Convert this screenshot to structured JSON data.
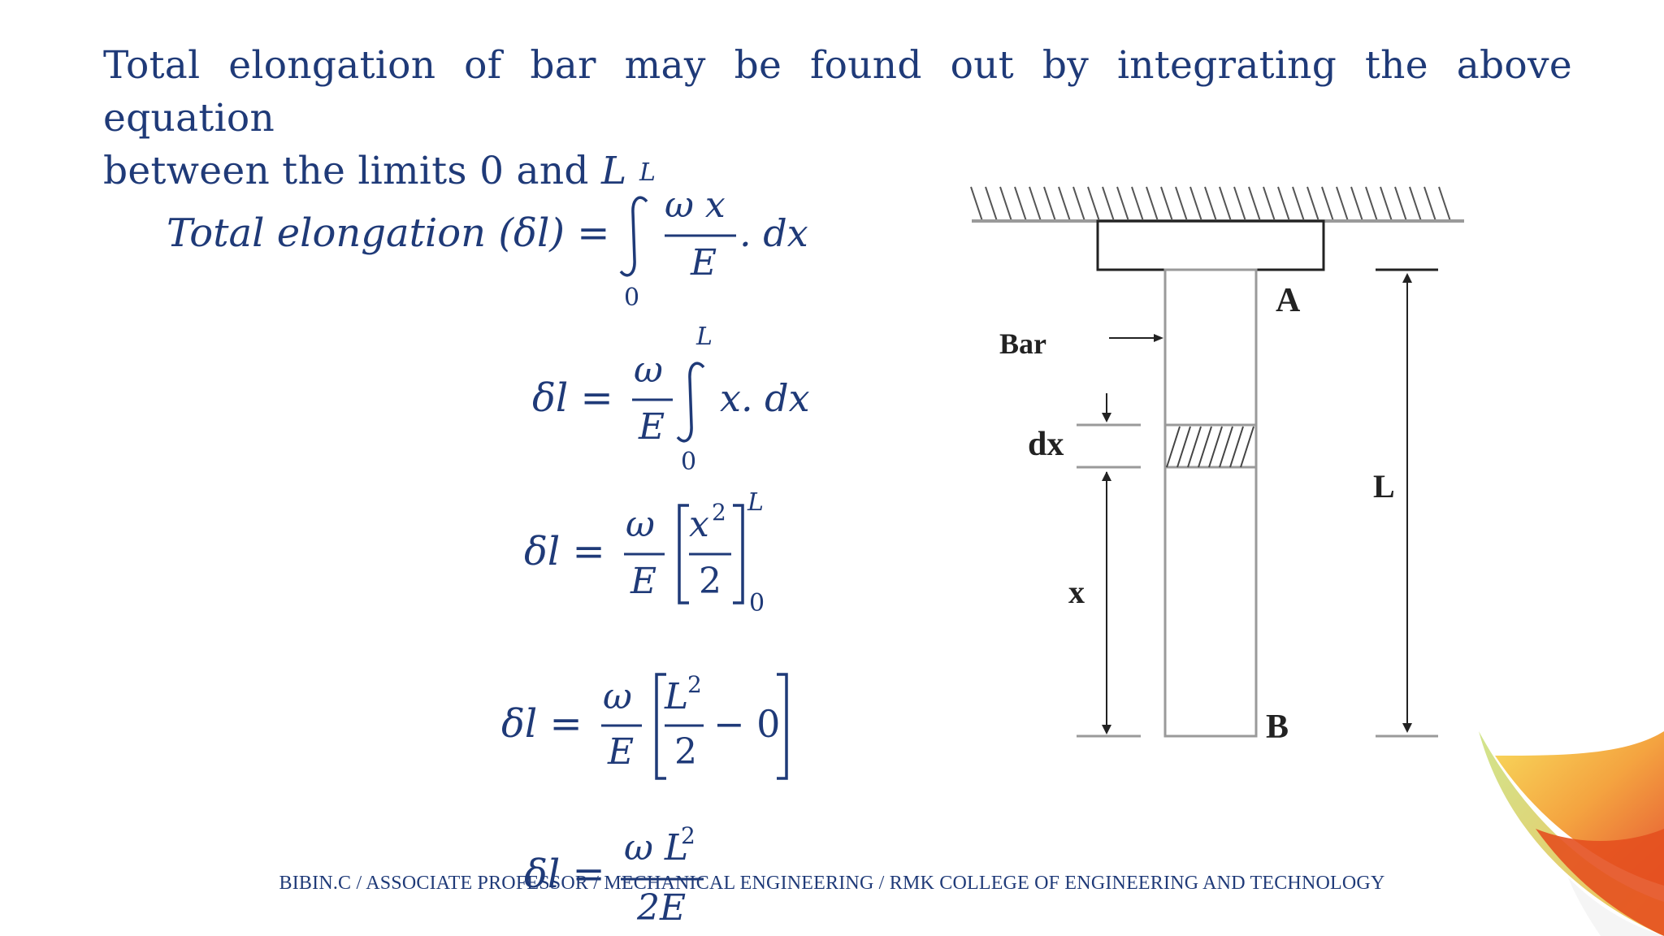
{
  "intro": {
    "line1": "Total elongation of bar may be found out by integrating the above equation",
    "line2_prefix": "between the limits 0 and ",
    "line2_var": "L"
  },
  "equations": {
    "eq1_lhs": "Total elongation (δl) = ",
    "eq1_upper": "L",
    "eq1_lower": "0",
    "eq1_num": "ω  x",
    "eq1_den": "E",
    "eq1_tail": ". dx",
    "eq2_lhs": "δl = ",
    "eq2_num": "ω",
    "eq2_den": "E",
    "eq2_upper": "L",
    "eq2_lower": "0",
    "eq2_tail": "x. dx",
    "eq3_lhs": "δl = ",
    "eq3_num": "ω",
    "eq3_den": "E",
    "eq3_inner_num": "x",
    "eq3_inner_exp": "2",
    "eq3_inner_den": "2",
    "eq3_upper": "L",
    "eq3_lower": "0",
    "eq4_lhs": "δl = ",
    "eq4_num": "ω",
    "eq4_den": "E",
    "eq4_inner_num": "L",
    "eq4_inner_exp": "2",
    "eq4_inner_den": "2",
    "eq4_tail": "− 0",
    "eq5_lhs": "δl = ",
    "eq5_num": "ω L",
    "eq5_exp": "2",
    "eq5_den": "2E"
  },
  "figure": {
    "label_bar": "Bar",
    "label_a": "A",
    "label_b": "B",
    "label_dx": "dx",
    "label_x": "x",
    "label_L": "L"
  },
  "footer": {
    "text": "BIBIN.C / ASSOCIATE PROFESSOR / MECHANICAL ENGINEERING / RMK COLLEGE OF ENGINEERING AND TECHNOLOGY"
  },
  "colors": {
    "text": "#1f3a78",
    "figure_lines": "#9a9a9a",
    "figure_text": "#222222"
  }
}
